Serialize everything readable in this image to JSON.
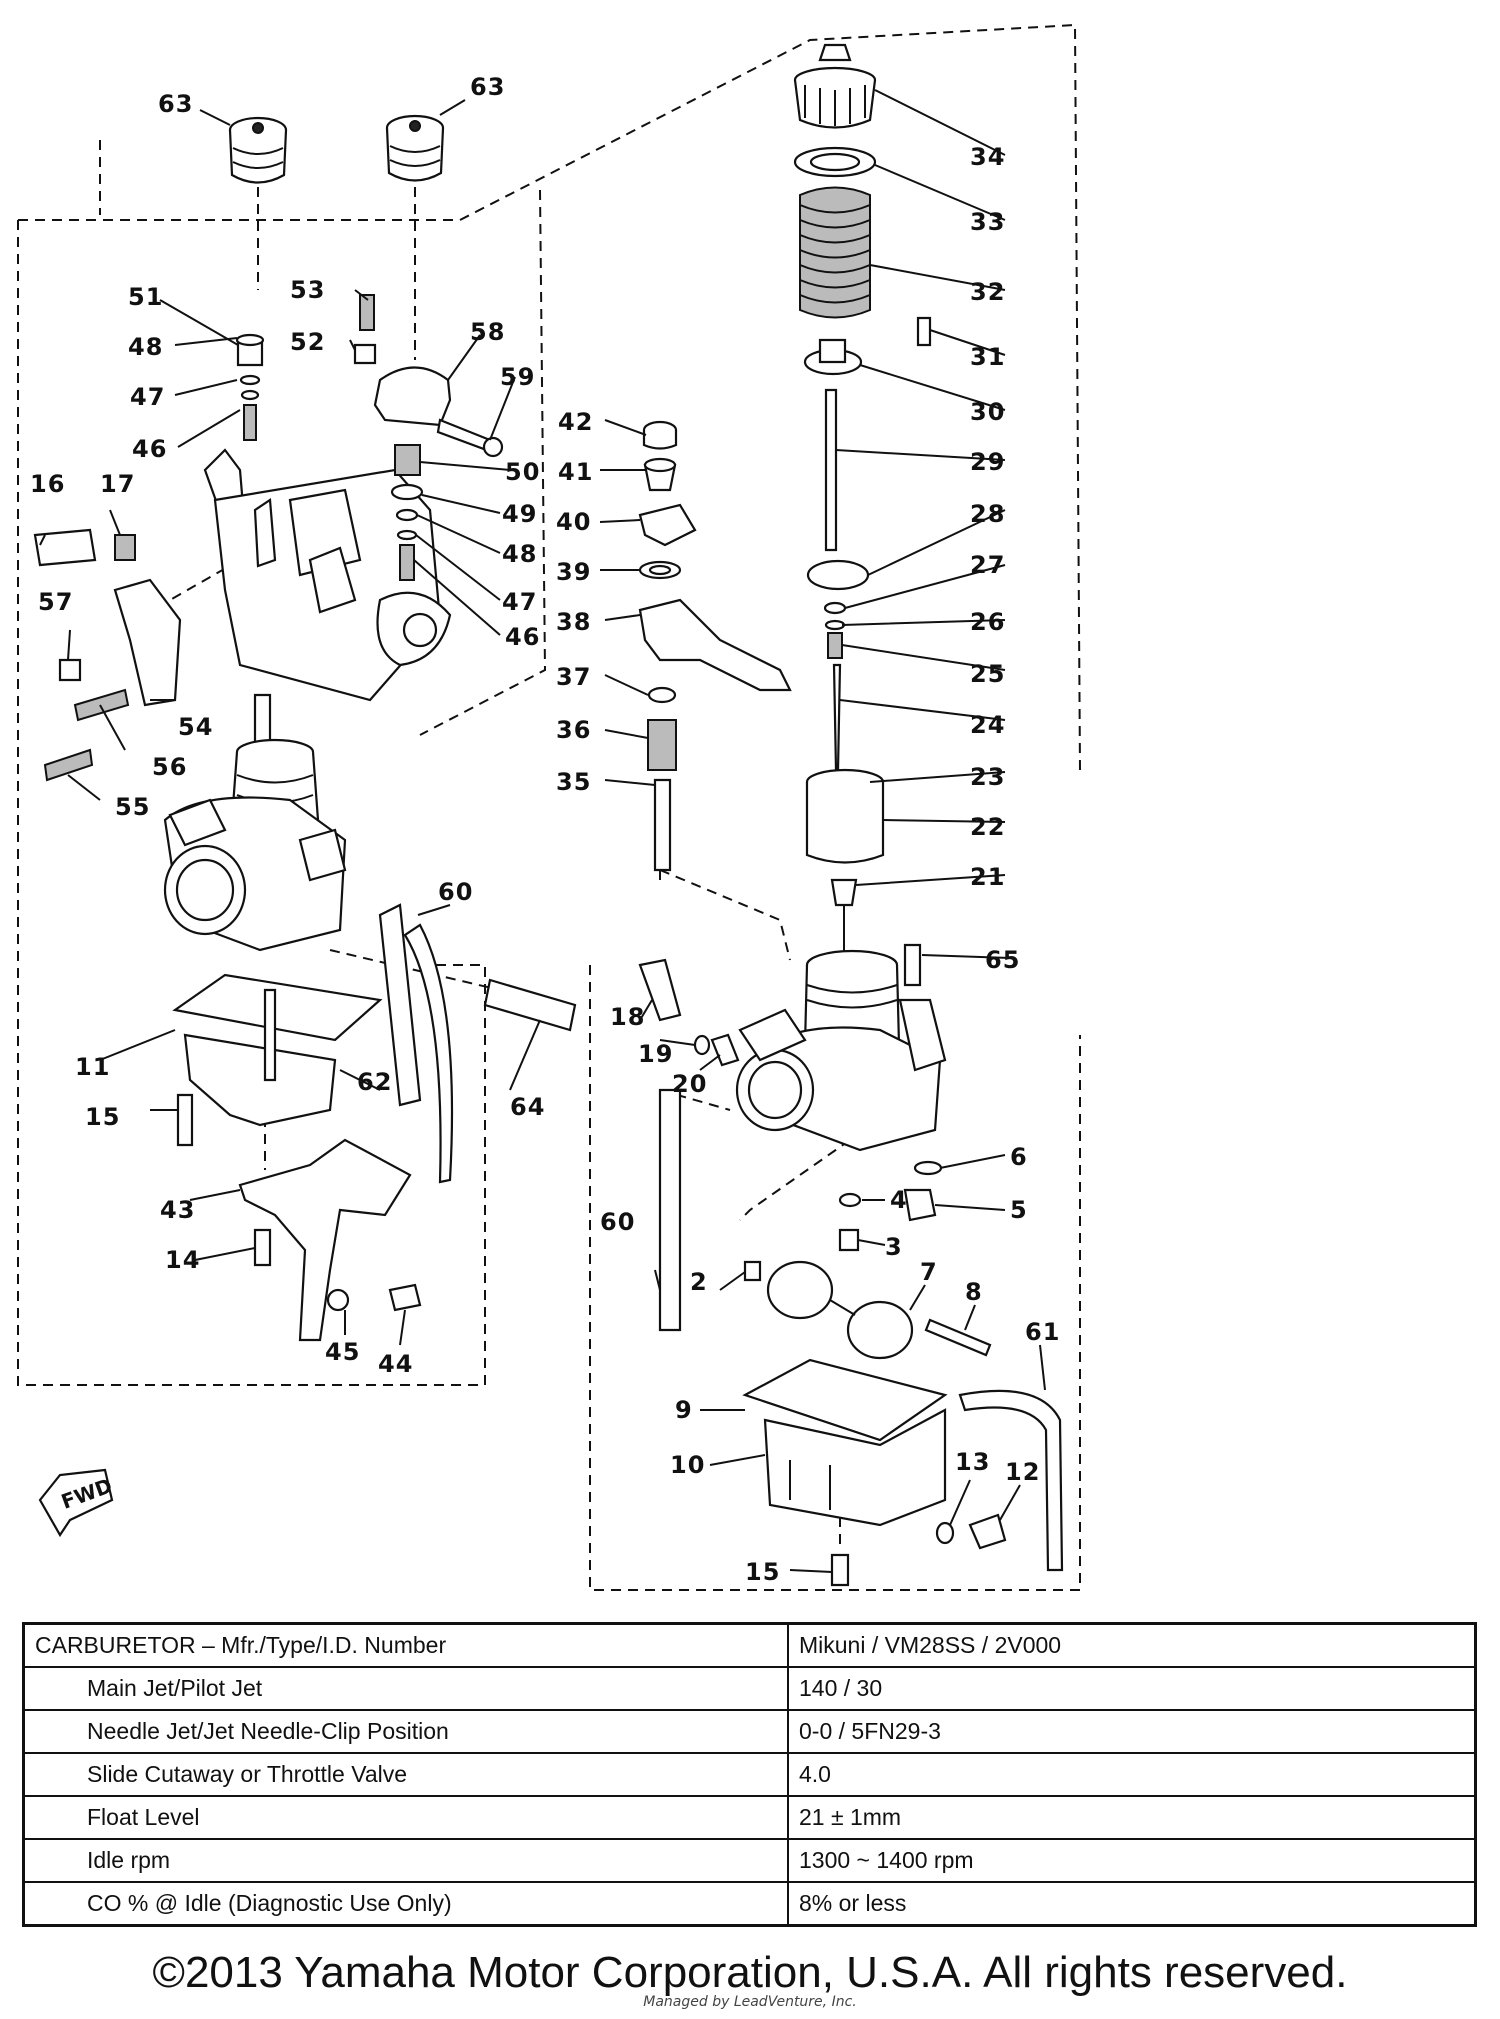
{
  "diagram": {
    "callouts": [
      "63",
      "63",
      "34",
      "33",
      "32",
      "31",
      "30",
      "29",
      "28",
      "27",
      "26",
      "25",
      "24",
      "23",
      "22",
      "21",
      "65",
      "51",
      "48",
      "47",
      "46",
      "53",
      "52",
      "58",
      "59",
      "50",
      "49",
      "48",
      "47",
      "46",
      "42",
      "41",
      "40",
      "39",
      "38",
      "37",
      "36",
      "35",
      "16",
      "17",
      "57",
      "54",
      "56",
      "55",
      "60",
      "11",
      "62",
      "64",
      "15",
      "43",
      "14",
      "45",
      "44",
      "18",
      "19",
      "20",
      "6",
      "4",
      "5",
      "3",
      "60",
      "2",
      "7",
      "8",
      "61",
      "9",
      "10",
      "13",
      "12",
      "15"
    ],
    "fwd_label": "FWD"
  },
  "spec_table": {
    "rows": [
      {
        "label": "CARBURETOR – Mfr./Type/I.D. Number",
        "value": "Mikuni / VM28SS / 2V000"
      },
      {
        "label": "Main Jet/Pilot Jet",
        "value": "140 / 30"
      },
      {
        "label": "Needle Jet/Jet Needle-Clip Position",
        "value": "0-0 / 5FN29-3"
      },
      {
        "label": "Slide Cutaway or Throttle Valve",
        "value": "4.0"
      },
      {
        "label": "Float Level",
        "value": "21 ± 1mm"
      },
      {
        "label": "Idle rpm",
        "value": "1300 ~ 1400 rpm"
      },
      {
        "label": "CO % @ Idle (Diagnostic Use Only)",
        "value": "8% or less"
      }
    ]
  },
  "footer": {
    "copyright": "©2013 Yamaha Motor Corporation, U.S.A. All rights reserved.",
    "credit": "Managed by LeadVenture, Inc."
  }
}
